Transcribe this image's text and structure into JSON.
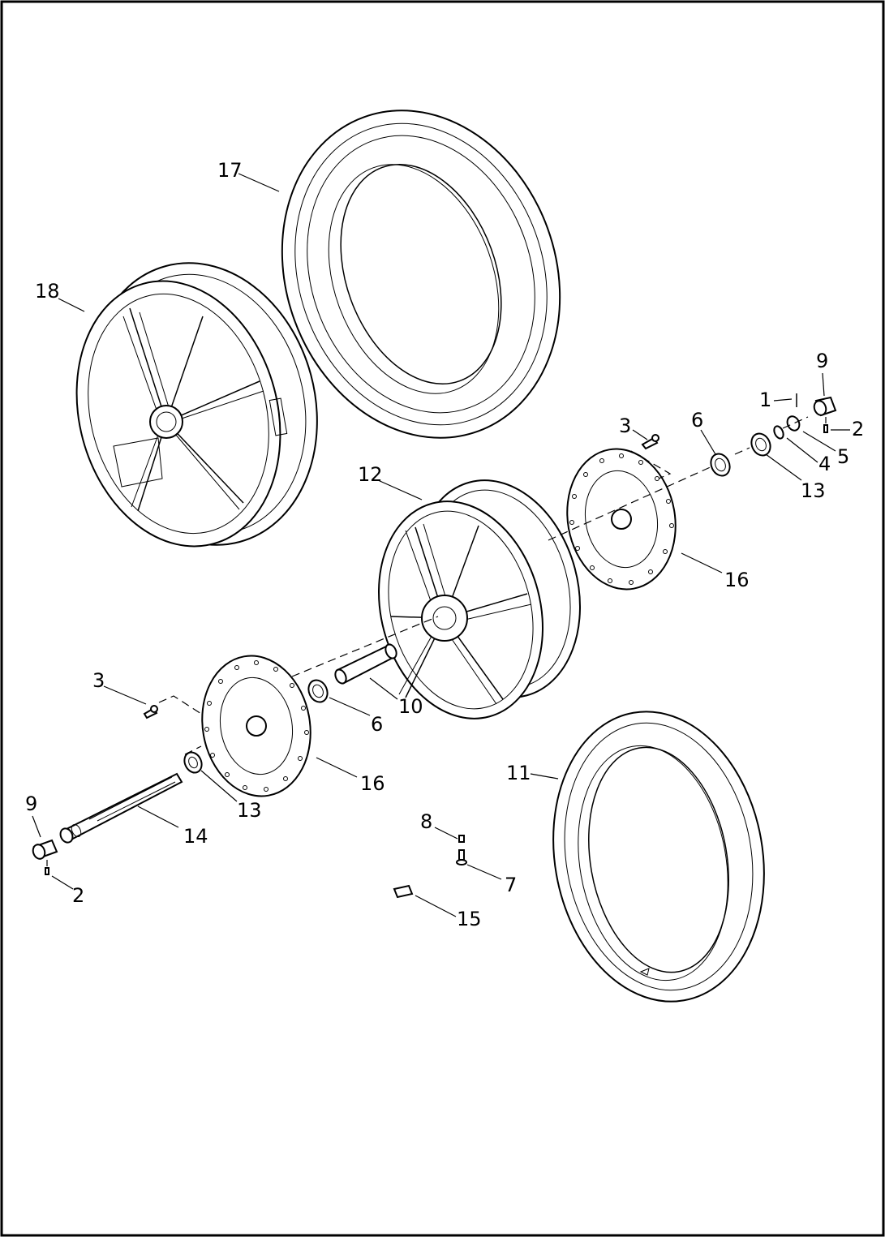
{
  "callouts": {
    "c17": "17",
    "c18": "18",
    "c12": "12",
    "c11": "11",
    "c10": "10",
    "c3a": "3",
    "c3b": "3",
    "c6a": "6",
    "c6b": "6",
    "c9a": "9",
    "c9b": "9",
    "c1": "1",
    "c2a": "2",
    "c2b": "2",
    "c5": "5",
    "c4": "4",
    "c13a": "13",
    "c13b": "13",
    "c16a": "16",
    "c16b": "16",
    "c14": "14",
    "c8": "8",
    "c7": "7",
    "c15": "15"
  },
  "colors": {
    "line": "#000000",
    "background": "#ffffff"
  }
}
